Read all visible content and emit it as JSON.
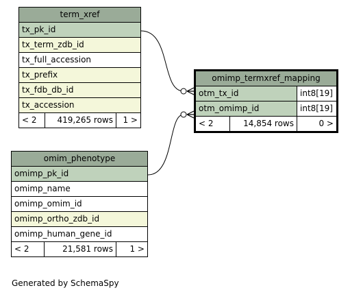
{
  "tables": {
    "term_xref": {
      "name": "term_xref",
      "columns": [
        {
          "name": "tx_pk_id",
          "kind": "pk"
        },
        {
          "name": "tx_term_zdb_id",
          "kind": "idx"
        },
        {
          "name": "tx_full_accession",
          "kind": "plain"
        },
        {
          "name": "tx_prefix",
          "kind": "idx"
        },
        {
          "name": "tx_fdb_db_id",
          "kind": "idx"
        },
        {
          "name": "tx_accession",
          "kind": "idx"
        }
      ],
      "footer": {
        "left": "< 2",
        "mid": "419,265 rows",
        "right": "1 >"
      }
    },
    "omim_phenotype": {
      "name": "omim_phenotype",
      "columns": [
        {
          "name": "omimp_pk_id",
          "kind": "pk"
        },
        {
          "name": "omimp_name",
          "kind": "plain"
        },
        {
          "name": "omimp_omim_id",
          "kind": "plain"
        },
        {
          "name": "omimp_ortho_zdb_id",
          "kind": "idx"
        },
        {
          "name": "omimp_human_gene_id",
          "kind": "plain"
        }
      ],
      "footer": {
        "left": "< 2",
        "mid": "21,581 rows",
        "right": "1 >"
      }
    },
    "omimp_termxref_mapping": {
      "name": "omimp_termxref_mapping",
      "columns": [
        {
          "name": "otm_tx_id",
          "type": "int8[19]",
          "kind": "pk"
        },
        {
          "name": "otm_omimp_id",
          "type": "int8[19]",
          "kind": "pk"
        }
      ],
      "footer": {
        "left": "< 2",
        "mid": "14,854 rows",
        "right": "0 >"
      }
    }
  },
  "generated_by": "Generated by SchemaSpy",
  "colors": {
    "header": "#9aab98",
    "primary_key": "#bfd2bb",
    "indexed": "#f4f7da",
    "plain": "#ffffff"
  }
}
